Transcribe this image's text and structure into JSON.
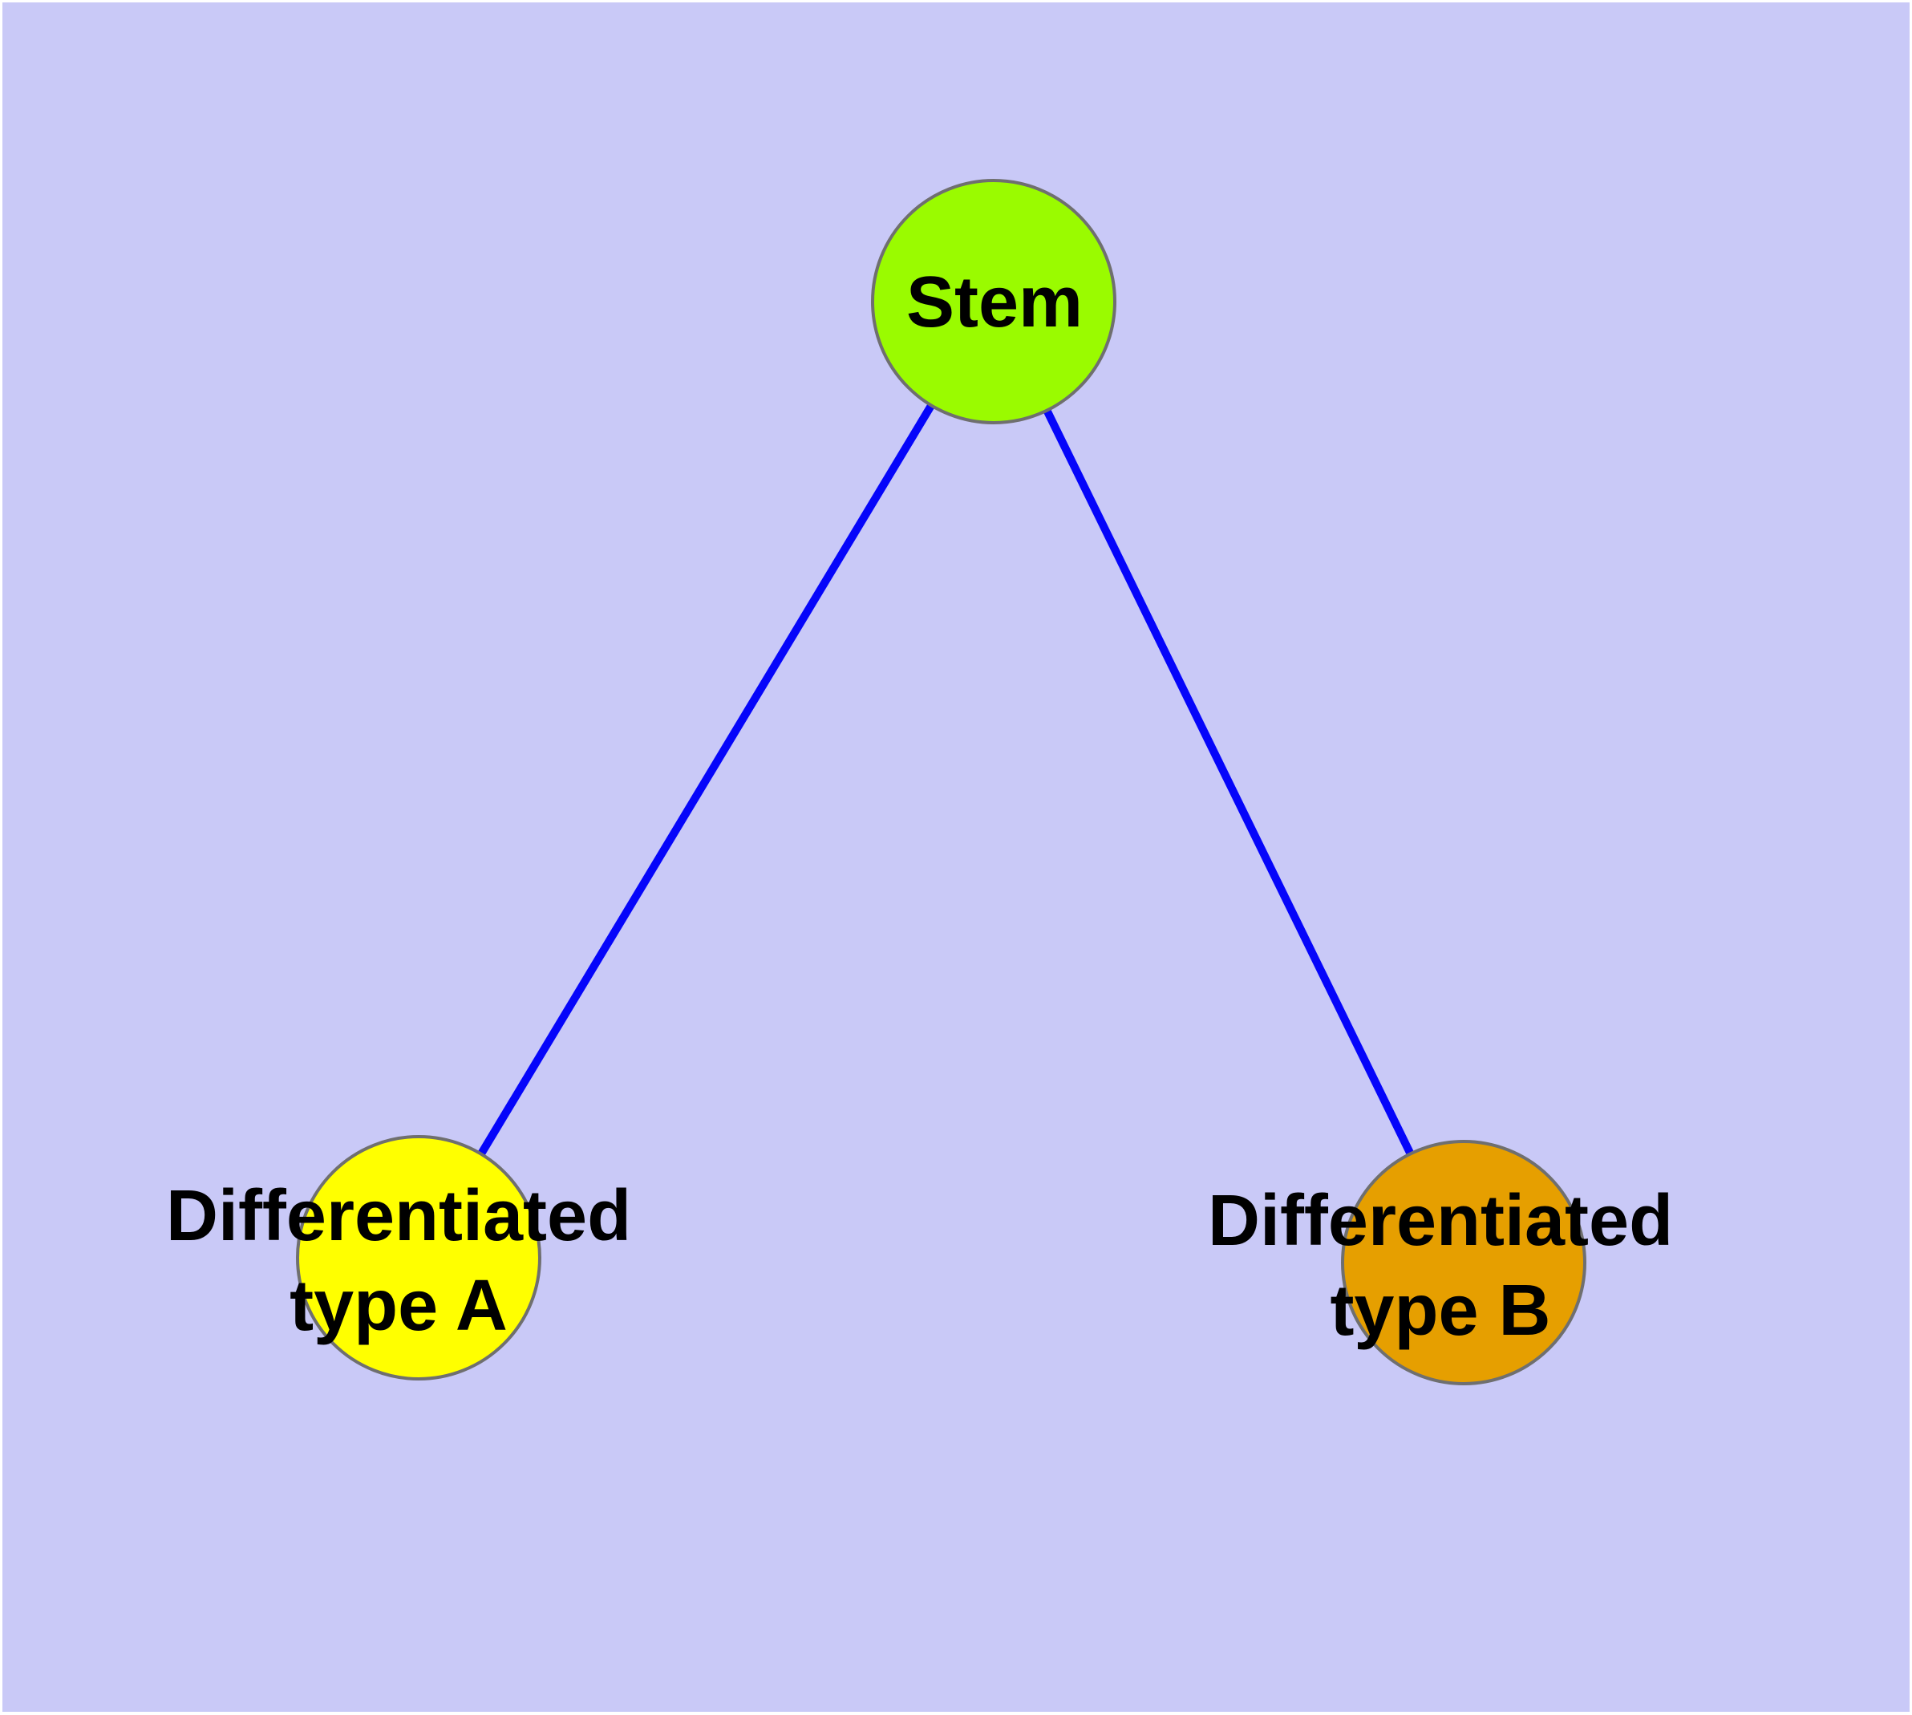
{
  "diagram": {
    "type": "graph",
    "background_color": "#c9c9f7",
    "frame_color": "#ffffff",
    "edge_color": "#0505fa",
    "node_border_color": "#6f6f6f",
    "text_color": "#000000",
    "nodes": [
      {
        "id": "stem",
        "label": "Stem",
        "color": "#9afb00"
      },
      {
        "id": "differentiated-type-a",
        "label_line1": "Differentiated",
        "label_line2": "type A",
        "color": "#ffff00"
      },
      {
        "id": "differentiated-type-b",
        "label_line1": "Differentiated",
        "label_line2": "type B",
        "color": "#e69f00"
      }
    ],
    "edges": [
      {
        "from": "Stem",
        "to": "Differentiated type A"
      },
      {
        "from": "Stem",
        "to": "Differentiated type B"
      }
    ]
  }
}
